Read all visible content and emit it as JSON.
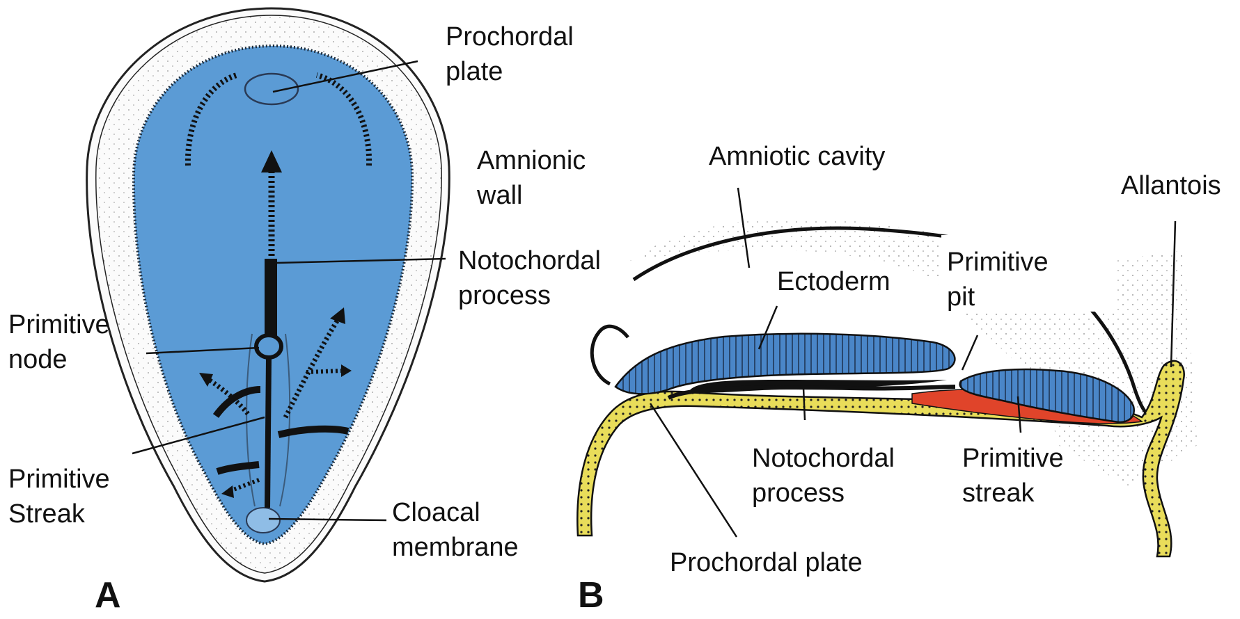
{
  "panels": {
    "a": "A",
    "b": "B"
  },
  "colors": {
    "embryo": "#5b9bd5",
    "embryo_light": "#8fbde6",
    "ectoderm": "#4a86c8",
    "endoderm": "#e9dd5a",
    "mesoderm": "#e0442a",
    "ink": "#111111"
  },
  "labels_a": {
    "prochordal_plate": "Prochordal\nplate",
    "amnionic_wall": "Amnionic\nwall",
    "notochordal_process": "Notochordal\nprocess",
    "primitive_node": "Primitive\nnode",
    "primitive_streak": "Primitive\nStreak",
    "cloacal_membrane": "Cloacal\nmembrane"
  },
  "labels_b": {
    "amniotic_cavity": "Amniotic cavity",
    "allantois": "Allantois",
    "primitive_pit": "Primitive\npit",
    "ectoderm": "Ectoderm",
    "notochordal_process": "Notochordal\nprocess",
    "primitive_streak": "Primitive\nstreak",
    "prochordal_plate": "Prochordal plate"
  }
}
